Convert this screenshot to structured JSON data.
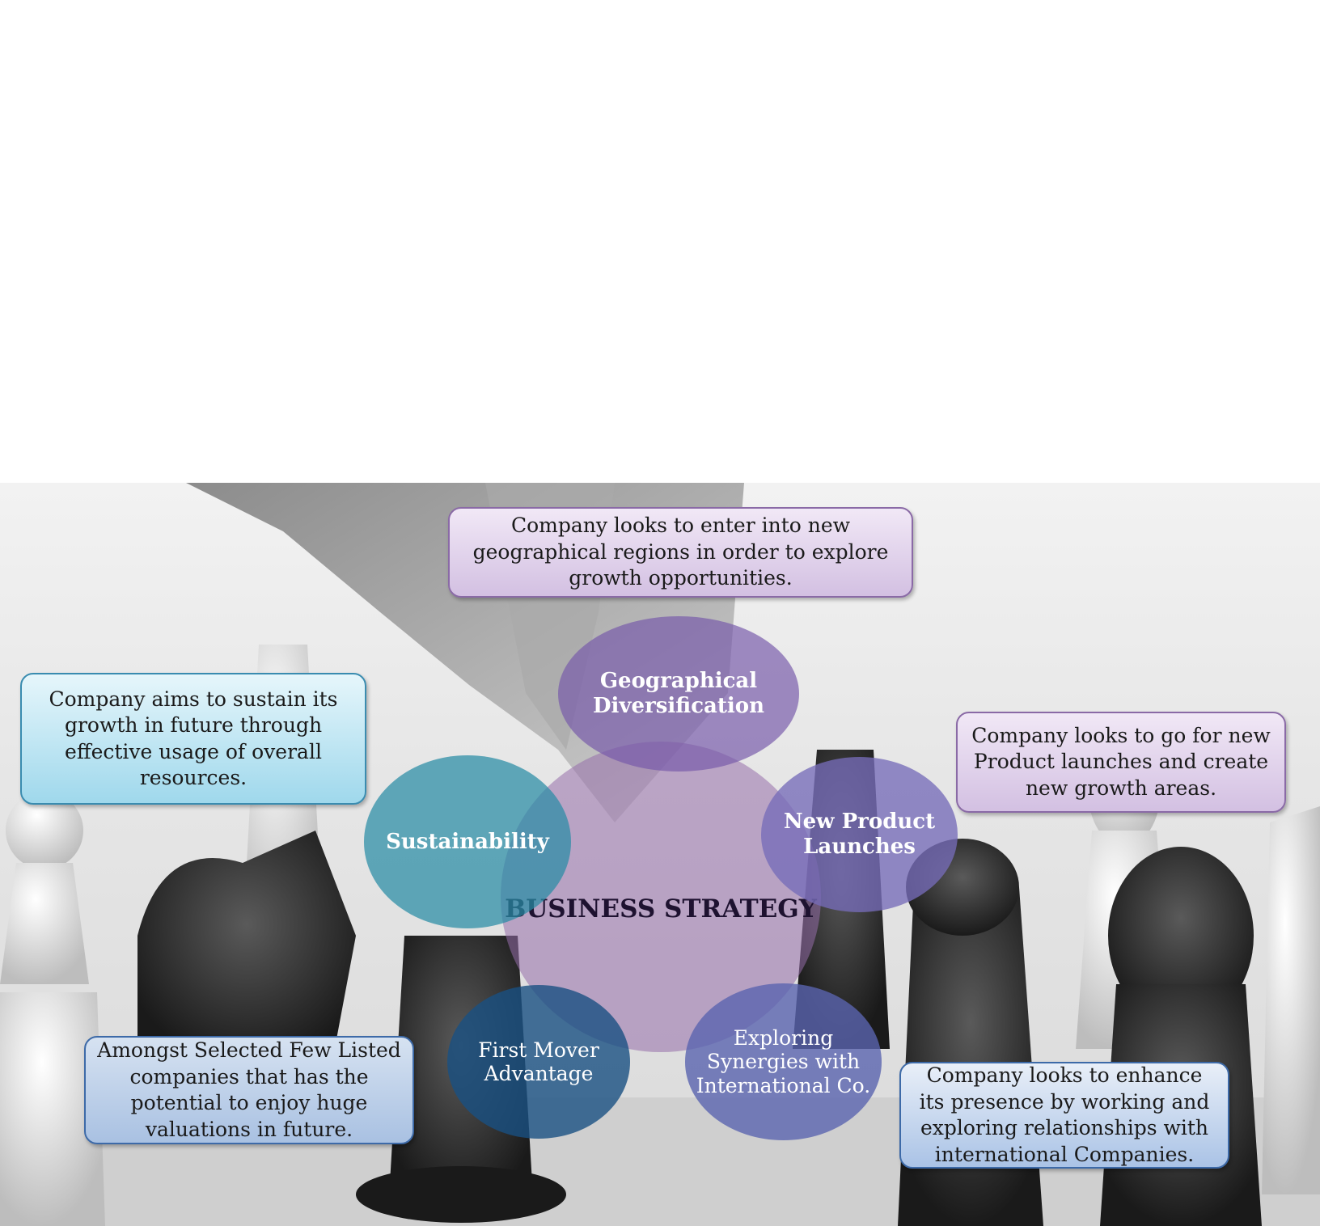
{
  "diagram": {
    "center": "BUSINESS STRATEGY",
    "nodes": {
      "geographical": {
        "label": "Geographical Diversification",
        "description": "Company looks to enter into new geographical regions in order to explore growth opportunities."
      },
      "sustainability": {
        "label": "Sustainability",
        "description": "Company aims to sustain its growth in future through effective usage of overall resources."
      },
      "new_product": {
        "label": "New Product Launches",
        "description": "Company looks to go for new Product launches and create new growth areas."
      },
      "first_mover": {
        "label": "First Mover Advantage",
        "description": "Amongst Selected Few Listed companies that has the potential to enjoy huge valuations in future."
      },
      "synergies": {
        "label": "Exploring Synergies with International Co.",
        "description": "Company looks to enhance its presence by working and exploring relationships with international Companies."
      }
    },
    "colors": {
      "purple": "#7658aa",
      "teal": "#288ca5",
      "navy": "#19508a",
      "indigo": "#5a64af"
    }
  }
}
